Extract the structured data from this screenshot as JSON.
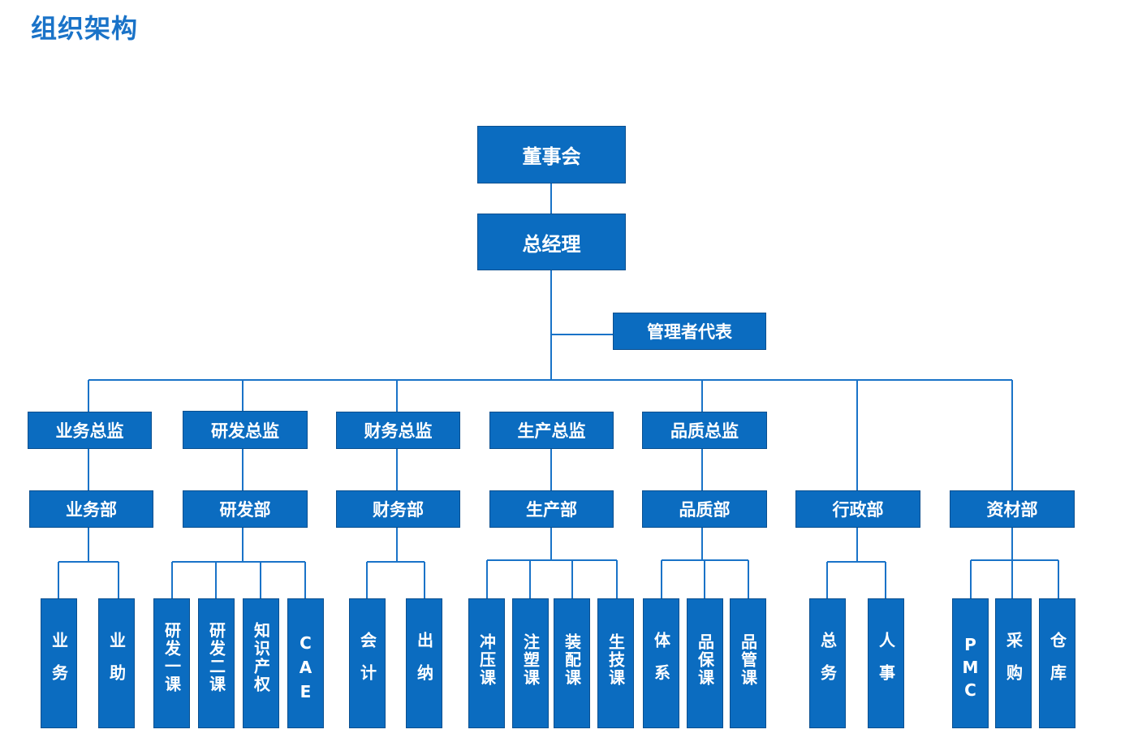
{
  "title": "组织架构",
  "colors": {
    "box_fill": "#0b6cc0",
    "line": "#1a73c8",
    "title": "#1a73c8"
  },
  "board": "董事会",
  "gm": "总经理",
  "rep": "管理者代表",
  "directors": [
    "业务总监",
    "研发总监",
    "财务总监",
    "生产总监",
    "品质总监"
  ],
  "departments": [
    "业务部",
    "研发部",
    "财务部",
    "生产部",
    "品质部",
    "行政部",
    "资材部"
  ],
  "units": {
    "biz": [
      "业务",
      "业助"
    ],
    "rd": [
      "研发一课",
      "研发二课",
      "知识产权",
      "CAE"
    ],
    "fin": [
      "会计",
      "出纳"
    ],
    "prod": [
      "冲压课",
      "注塑课",
      "装配课",
      "生技课"
    ],
    "qa": [
      "体系",
      "品保课",
      "品管课"
    ],
    "admin": [
      "总务",
      "人事"
    ],
    "mat": [
      "PMC",
      "采购",
      "仓库"
    ]
  }
}
